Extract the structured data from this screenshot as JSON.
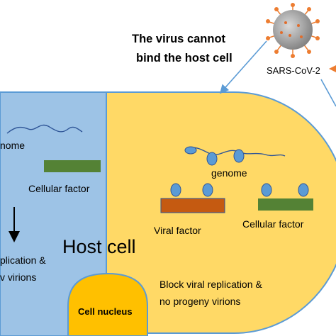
{
  "labels": {
    "virus_note_line1": "The virus cannot",
    "virus_note_line2": "bind the host cell",
    "virus_name": "SARS-CoV-2",
    "left_genome": "nome",
    "left_cellular_factor": "Cellular factor",
    "left_replication_line1": "plication &",
    "left_replication_line2": "v virions",
    "host_cell": "Host cell",
    "right_genome": "genome",
    "viral_factor": "Viral factor",
    "right_cellular_factor": "Cellular factor",
    "block_line1": "Block viral replication &",
    "block_line2": "no progeny virions",
    "cell_nucleus": "Cell nucleus"
  },
  "colors": {
    "left_cell_fill": "#9dc3e6",
    "right_cell_fill": "#ffd966",
    "cell_outline": "#5b9bd5",
    "nucleus_fill": "#ffc000",
    "cellular_factor": "#548235",
    "viral_factor": "#c55a11",
    "receptor_dot": "#5b9bd5",
    "arrow": "#5b9bd5",
    "virus_body": "#9e9e9e",
    "virus_spike": "#ed7d31"
  }
}
